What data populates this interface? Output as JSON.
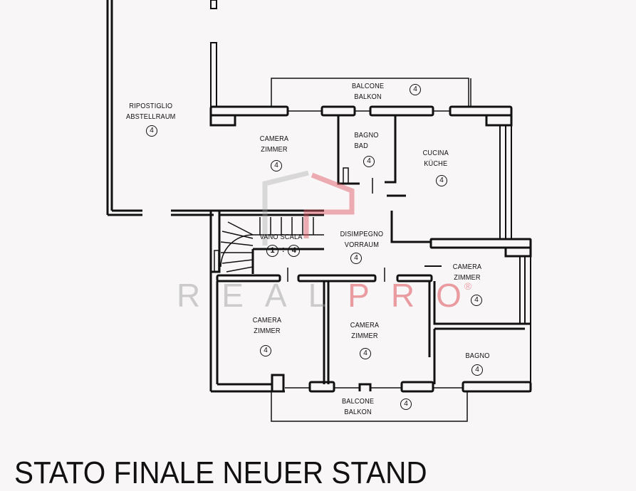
{
  "caption": "STATO FINALE NEUER STAND",
  "watermark": {
    "left": "REAL",
    "right": "PRO",
    "registered": "®"
  },
  "rooms": [
    {
      "id": "ripostiglio",
      "it": "RIPOSTIGLIO",
      "de": "ABSTELLRAUM",
      "floor": "4"
    },
    {
      "id": "balcone-top",
      "it": "BALCONE",
      "de": "BALKON",
      "floor": "4"
    },
    {
      "id": "camera-1",
      "it": "CAMERA",
      "de": "ZIMMER",
      "floor": "4"
    },
    {
      "id": "bagno-1",
      "it": "BAGNO",
      "de": "BAD",
      "floor": "4"
    },
    {
      "id": "cucina",
      "it": "CUCINA",
      "de": "KÜCHE",
      "floor": "4"
    },
    {
      "id": "vano-scala",
      "it": "VANO SCALA",
      "de": "",
      "floor_range": {
        "from": "1",
        "sep": "÷",
        "to": "4"
      }
    },
    {
      "id": "disimpegno",
      "it": "DISIMPEGNO",
      "de": "VORRAUM",
      "floor": "4"
    },
    {
      "id": "camera-2",
      "it": "CAMERA",
      "de": "ZIMMER",
      "floor": "4"
    },
    {
      "id": "camera-3",
      "it": "CAMERA",
      "de": "ZIMMER",
      "floor": "4"
    },
    {
      "id": "camera-4",
      "it": "CAMERA",
      "de": "ZIMMER",
      "floor": "4"
    },
    {
      "id": "bagno-2",
      "it": "BAGNO",
      "de": "",
      "floor": "4"
    },
    {
      "id": "balcone-bottom",
      "it": "BALCONE",
      "de": "BALKON",
      "floor": "4"
    }
  ],
  "colors": {
    "wall": "#111111",
    "background": "#f8f6f7",
    "watermark_grey": "#bdbdbd",
    "watermark_red": "#e07a82"
  }
}
